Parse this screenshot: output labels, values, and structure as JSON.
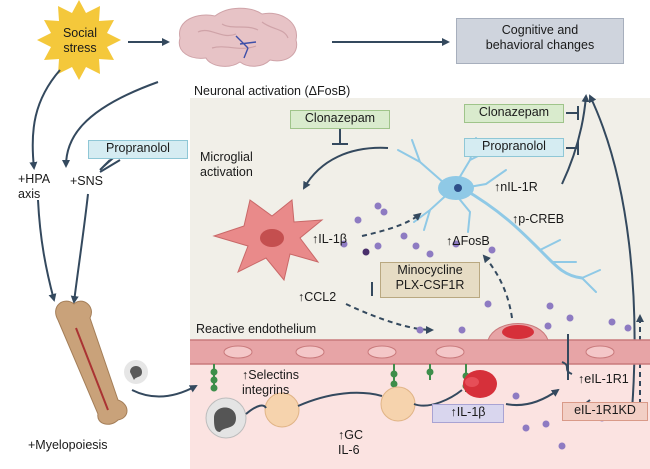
{
  "labels": {
    "social_stress": [
      "Social",
      "stress"
    ],
    "cognitive": [
      "Cognitive and",
      "behavioral changes"
    ],
    "neuronal_activation": "Neuronal activation (ΔFosB)",
    "hpa": [
      "+HPA",
      "axis"
    ],
    "sns": "+SNS",
    "propranolol_left": "Propranolol",
    "clonazepam_top": "Clonazepam",
    "microglial": [
      "Microglial",
      "activation"
    ],
    "clonazepam_right": "Clonazepam",
    "propranolol_right": "Propranolol",
    "nil1r": "↑nIL-1R",
    "pcreb": "↑p-CREB",
    "il1b_micro": "↑IL-1β",
    "dfosb": "↑ΔFosB",
    "minocycline": [
      "Minocycline",
      "PLX-CSF1R"
    ],
    "ccl2": "↑CCL2",
    "reactive_endothelium": "Reactive endothelium",
    "selectins": [
      "↑Selectins",
      "integrins"
    ],
    "il1b_blood": "↑IL-1β",
    "eil1r1": "↑eIL-1R1",
    "eil1r1kd": "eIL-1R1KD",
    "gc": [
      "↑GC",
      "IL-6"
    ],
    "myelopoiesis": "+Myelopoiesis"
  },
  "colors": {
    "arrow": "#34495e",
    "stress_burst": "#f4c83b",
    "brain": "#e7c3c6",
    "neuron": "#8fc9e6",
    "microglia": "#e98a8a",
    "endothelium": "#e7a4a6",
    "brain_panel": "#f1efe8",
    "blood_panel": "#fbe3e1",
    "cytokine_dots": "#8e7bc2",
    "bone": "#c9a27a"
  },
  "icons": [
    "stress-burst-icon",
    "brain-icon",
    "neuron-icon",
    "microglia-icon",
    "bone-icon",
    "monocyte-icon",
    "neutrophil-icon",
    "endothelial-cell-icon"
  ]
}
